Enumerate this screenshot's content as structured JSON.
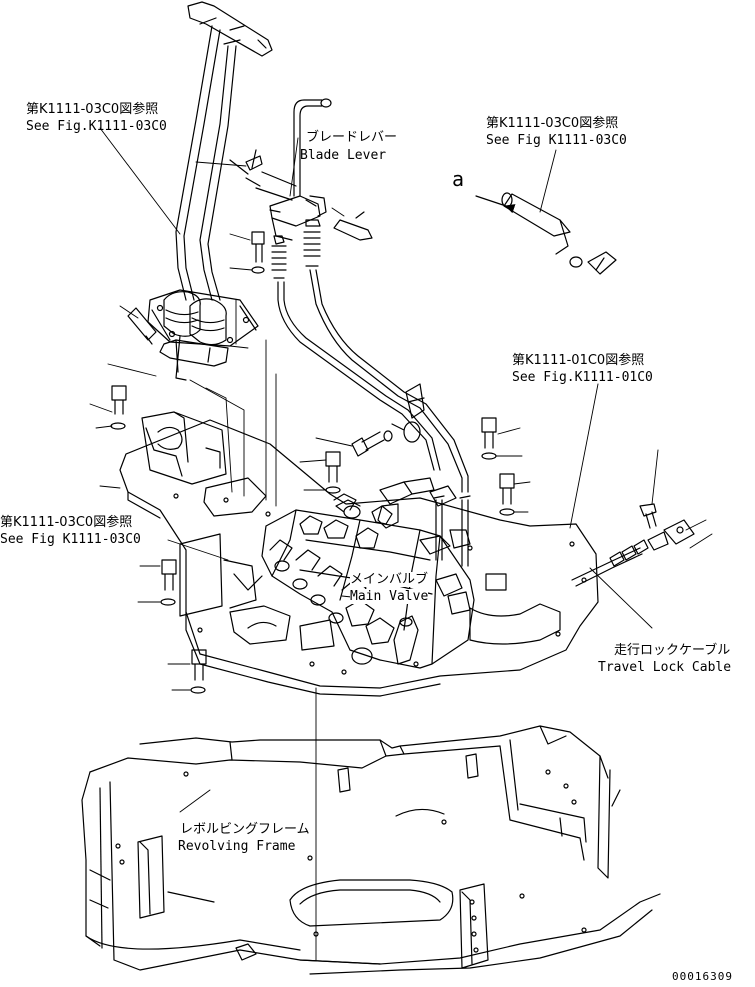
{
  "callouts": {
    "top_left": {
      "jp": "第K1111-03C0図参照",
      "en": "See Fig.K1111-03C0"
    },
    "blade_lever": {
      "jp": "ブレードレバー",
      "en": "Blade Lever"
    },
    "top_right": {
      "jp": "第K1111-03C0図参照",
      "en": "See Fig K1111-03C0"
    },
    "arrow_letter": "a",
    "right_middle": {
      "jp": "第K1111-01C0図参照",
      "en": "See Fig.K1111-01C0"
    },
    "left_middle": {
      "jp": "第K1111-03C0図参照",
      "en": "See Fig K1111-03C0"
    },
    "main_valve": {
      "jp": "メインバルブ",
      "en": "Main Valve"
    },
    "travel_lock": {
      "jp": "走行ロックケーブル",
      "en": "Travel Lock Cable"
    },
    "revolving_frame": {
      "jp": "レボルビングフレーム",
      "en": "Revolving Frame"
    }
  },
  "drawing_number": "00016309",
  "colors": {
    "ink": "#000000",
    "paper": "#ffffff"
  }
}
